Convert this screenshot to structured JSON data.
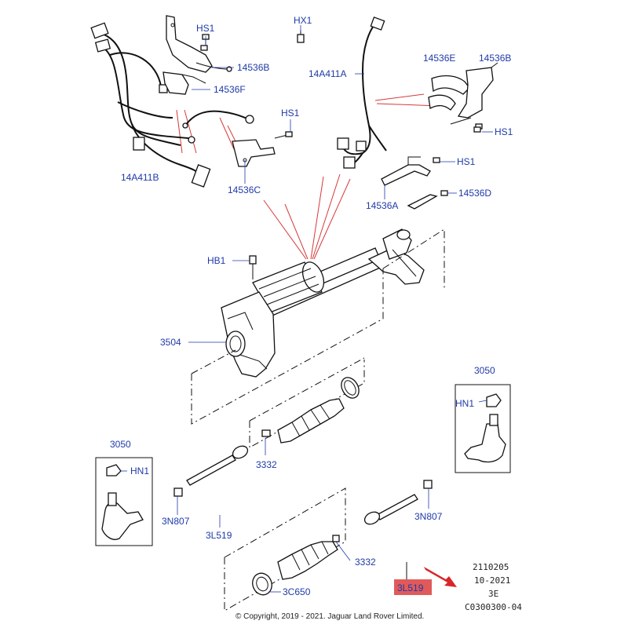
{
  "labels": {
    "hs1_top": "HS1",
    "hx1": "HX1",
    "p14536b_left": "14536B",
    "p14536f": "14536F",
    "p14a411a": "14A411A",
    "p14536e": "14536E",
    "p14536b_right": "14536B",
    "hs1_mid_left": "HS1",
    "hs1_right_upper": "HS1",
    "hs1_right_lower": "HS1",
    "p14a411b": "14A411B",
    "p14536c": "14536C",
    "p14536a": "14536A",
    "p14536d": "14536D",
    "hb1": "HB1",
    "p3504": "3504",
    "p3050_right": "3050",
    "hn1_right": "HN1",
    "p3050_left": "3050",
    "hn1_left": "HN1",
    "p3332_upper": "3332",
    "p3n807_left": "3N807",
    "p3n807_right": "3N807",
    "p3l519_left": "3L519",
    "p3332_lower": "3332",
    "p3c650": "3C650",
    "p3l519_highlight": "3L519"
  },
  "meta": {
    "line1": "2110205",
    "line2": "10-2021",
    "line3": "3E",
    "line4": "C0300300-04"
  },
  "copyright": "© Copyright, 2019 - 2021. Jaguar Land Rover Limited.",
  "colors": {
    "label": "#1f3aa8",
    "highlight_bg": "#e05a5a",
    "callout_lines": "#d63a3a",
    "arrow": "#d8262a"
  }
}
